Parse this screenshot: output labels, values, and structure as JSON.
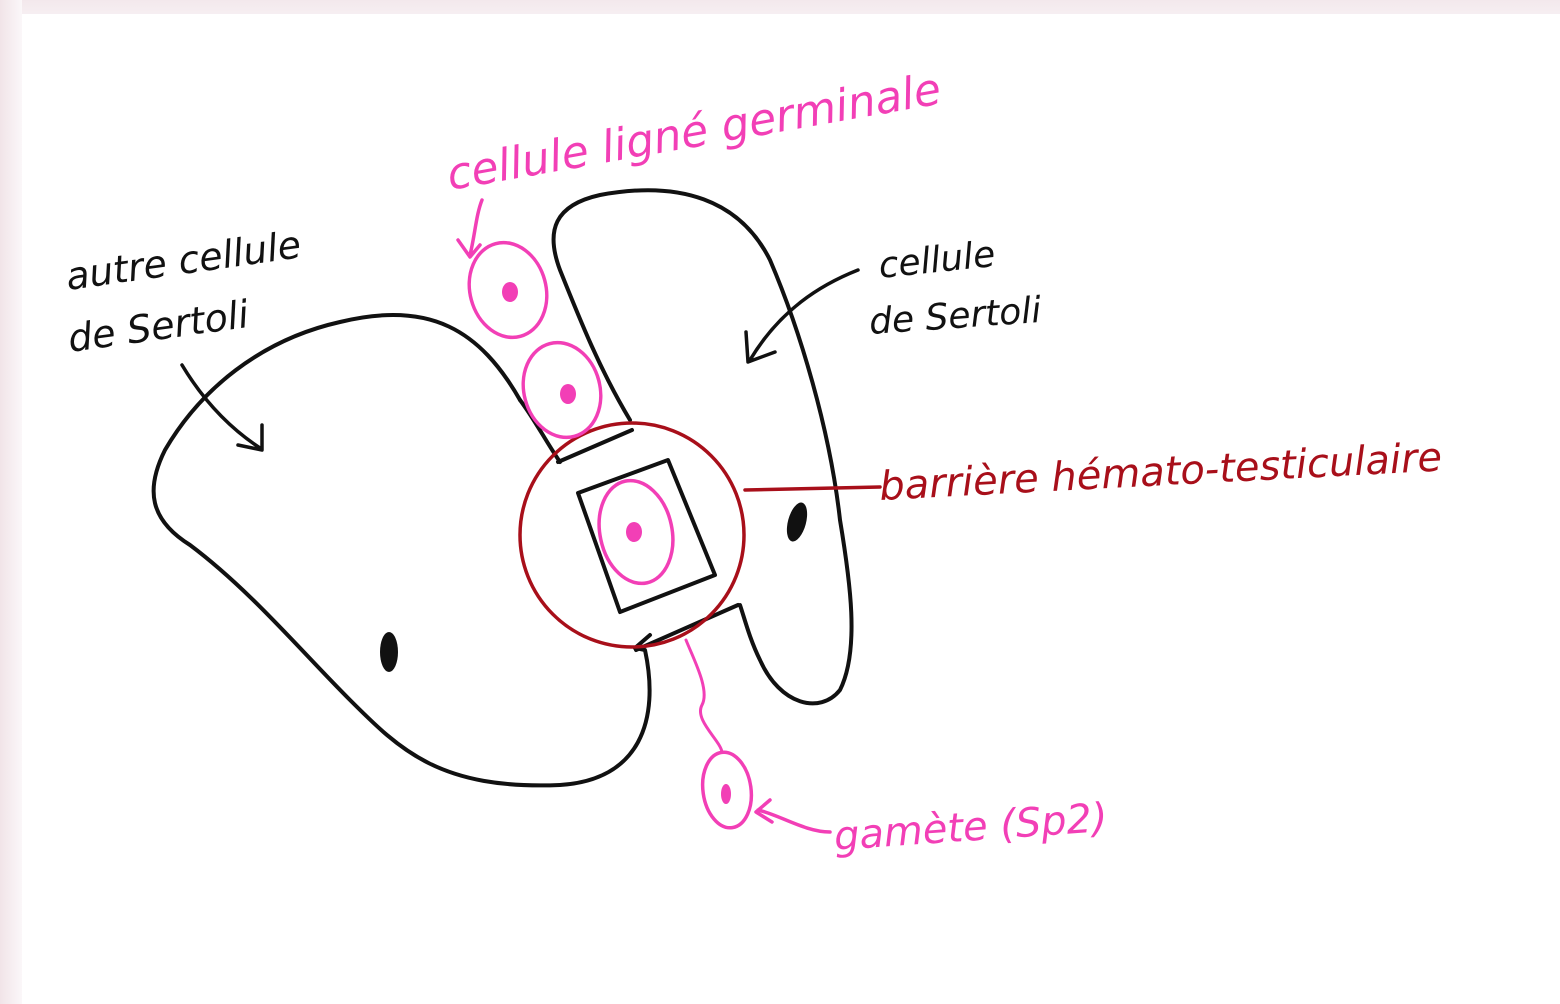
{
  "labels": {
    "germline": "cellule ligné germinale",
    "other_sertoli_line1": "autre cellule",
    "other_sertoli_line2": "de Sertoli",
    "sertoli_line1": "cellule",
    "sertoli_line2": "de Sertoli",
    "barrier": "barrière hémato-testiculaire",
    "gamete": "gamète (Sp2)"
  },
  "colors": {
    "ink": "#111111",
    "pink": "#f23fb6",
    "barrier_red": "#a80f1a",
    "background": "#ffffff"
  }
}
